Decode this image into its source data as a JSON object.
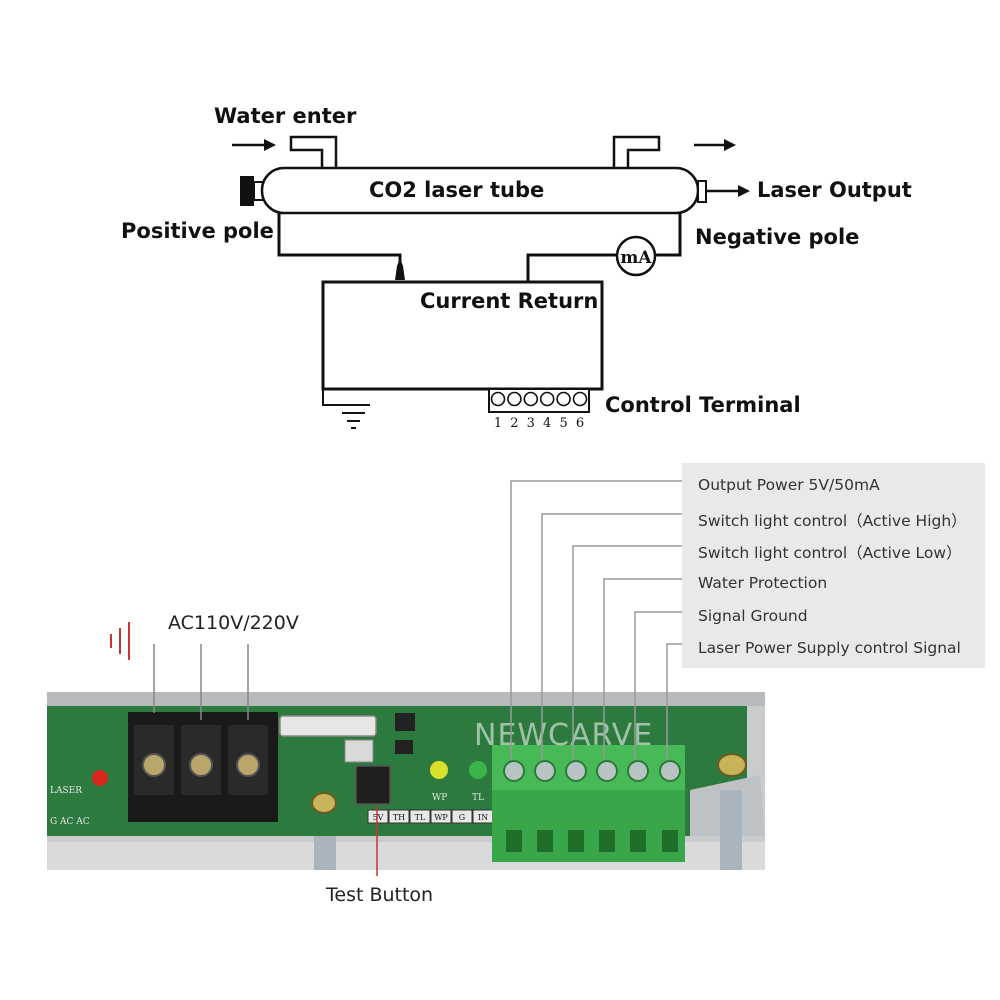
{
  "diagram": {
    "water_enter": "Water enter",
    "tube_label": "CO2 laser tube",
    "laser_output": "Laser Output",
    "positive_pole": "Positive pole",
    "negative_pole": "Negative pole",
    "meter_label": "mA",
    "current_return": "Current Return",
    "control_terminal": "Control Terminal",
    "terminal_numbers": [
      "1",
      "2",
      "3",
      "4",
      "5",
      "6"
    ]
  },
  "photo": {
    "ac_label": "AC110V/220V",
    "test_button": "Test Button",
    "watermark": "NEWCARVE",
    "board_labels": {
      "laser": "LASER",
      "g_ac_ac": "G  AC  AC",
      "terminal_strip": [
        "5V",
        "TH",
        "TL",
        "WP",
        "G",
        "IN"
      ],
      "wp": "WP",
      "tl": "TL"
    },
    "signals": [
      "Output Power 5V/50mA",
      "Switch light control（Active High）",
      "Switch light control（Active Low）",
      "Water Protection",
      "Signal Ground",
      "Laser Power Supply control Signal"
    ]
  },
  "colors": {
    "pcb_green": "#2d7a3e",
    "terminal_green": "#3aa64a",
    "panel_gray": "#e9e9e9",
    "led_red": "#d8261c",
    "led_yellow": "#d9e02a",
    "led_green": "#39b54a"
  }
}
